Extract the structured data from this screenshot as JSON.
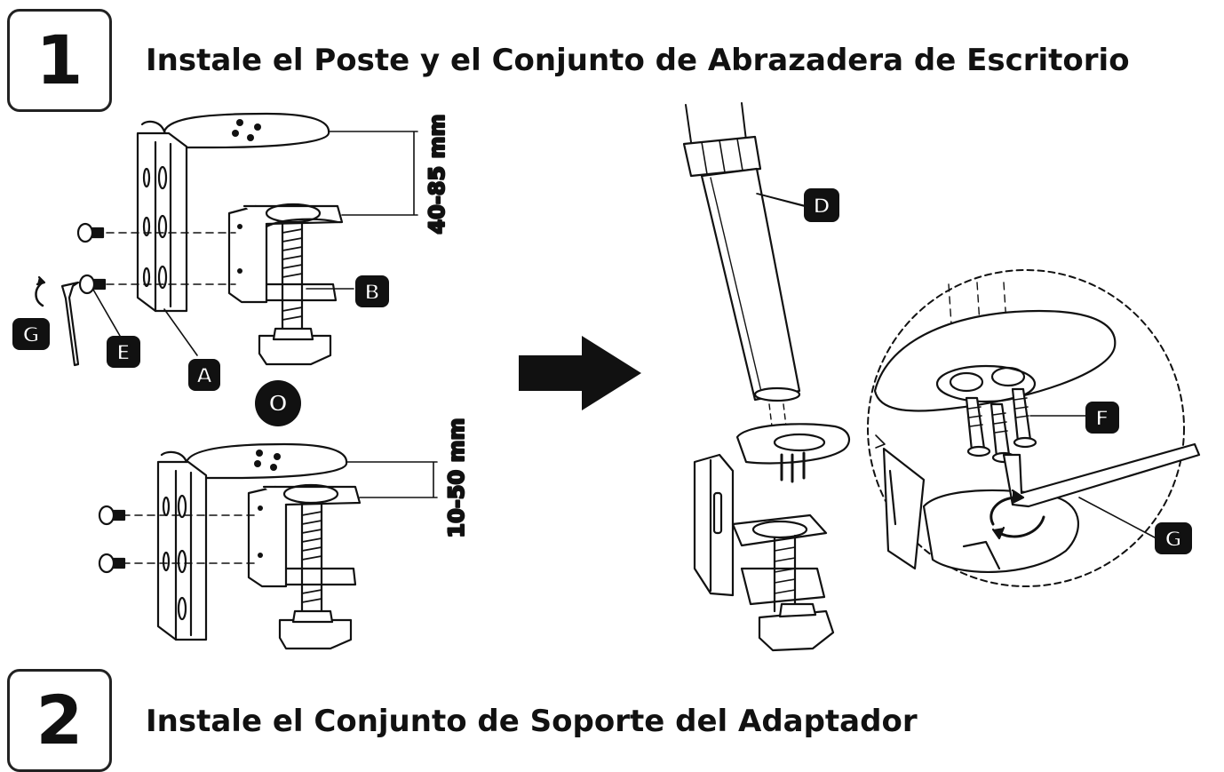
{
  "step1": {
    "number": "1",
    "title": "Instale el Poste y el Conjunto de Abrazadera de Escritorio"
  },
  "step2": {
    "number": "2",
    "title": "Instale el Conjunto de Soporte del Adaptador"
  },
  "parts": {
    "A": "A",
    "B": "B",
    "D": "D",
    "E": "E",
    "F": "F",
    "G": "G"
  },
  "dimensions": {
    "top_range": "40-85 mm",
    "bottom_range": "10-50 mm"
  },
  "or_label": "O"
}
